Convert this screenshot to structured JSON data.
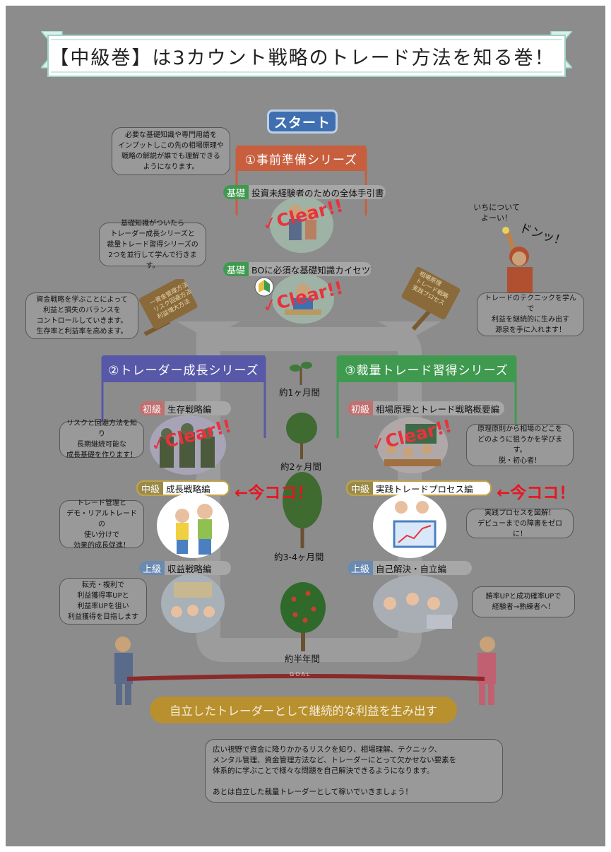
{
  "banner": {
    "title": "【中級巻】は3カウント戦略のトレード方法を知る巻！"
  },
  "start": {
    "label": "スタート"
  },
  "prep_series": {
    "title": "①事前準備シリーズ"
  },
  "growth_series": {
    "title": "②トレーダー成長シリーズ"
  },
  "discretion_series": {
    "title": "③裁量トレード習得シリーズ"
  },
  "levels": {
    "basic1": {
      "tag": "基礎",
      "text": "投資未経験者のための全体手引書"
    },
    "basic2": {
      "tag": "基礎",
      "text": "BOに必須な基礎知識カイセツ書"
    },
    "growth_beginner": {
      "tag": "初級",
      "text": "生存戦略編"
    },
    "growth_intermediate": {
      "tag": "中級",
      "text": "成長戦略編"
    },
    "growth_advanced": {
      "tag": "上級",
      "text": "収益戦略編"
    },
    "disc_beginner": {
      "tag": "初級",
      "text": "相場原理とトレード戦略概要編"
    },
    "disc_intermediate": {
      "tag": "中級",
      "text": "実践トレードプロセス編"
    },
    "disc_advanced": {
      "tag": "上級",
      "text": "自己解決・自立編"
    }
  },
  "clear_label": "✓Clear!!",
  "now_here": "←今ココ！",
  "bubbles": {
    "intro": "必要な基礎知識や専門用語を\nインプットしこの先の相場原理や\n戦略の解説が誰でも理解できる\nようになります。",
    "basics_done": "基礎知識がついたら\nトレーダー成長シリーズと\n裁量トレード習得シリーズの\n2つを並行して学んで行きます。",
    "money_mgmt": "資金戦略を学ぶことによって\n利益と損失のバランスを\nコントロールしていきます。\n生存率と利益率を高めます。",
    "technique": "トレードのテクニックを学んで\n利益を継続的に生み出す\n源泉を手に入れます！",
    "risk": "リスクと回避方法を知り\n長期継続可能な\n成長基礎を作ります！",
    "principle": "原理原則から相場のどこを\nどのように狙うかを学びます。\n脱・初心者！",
    "trade_mgmt": "トレード管理と\nデモ・リアルトレードの\n使い分けで\n効果的成長促進！",
    "process": "実践プロセスを図解！\nデビューまでの障害をゼロに！",
    "resale": "転売・複利で\n利益獲得率UPと\n利益率UPを狙い\n利益獲得を目指します",
    "win_rate": "勝率UPと成功確率UPで\n経験者→熟練者へ！",
    "final": "広い視野で資金に降りかかるリスクを知り、相場理解、テクニック、\nメンタル管理、資金管理方法など、トレーダーにとって欠かせない要素を\n体系的に学ぶことで様々な問題を自己解決できるようになります。\n\nあとは自立した裁量トレーダーとして稼いでいきましょう！"
  },
  "signs": {
    "left": "一資金管理方法\nリスク回避方法\n利益増大方法",
    "right": "相場原理\nトレード戦略\n実践プロセス"
  },
  "character": {
    "line1": "いちについて\nよーい！",
    "line2": "ドンッ！"
  },
  "periods": [
    "約1ヶ月間",
    "約2ヶ月間",
    "約3-4ヶ月間",
    "約半年間"
  ],
  "goal": {
    "tape": "GOAL",
    "result": "自立したトレーダーとして継続的な利益を生み出す"
  },
  "colors": {
    "background": "#8c8c8c",
    "prep": "#c75f3f",
    "growth": "#5858a8",
    "discretion": "#3f9a4f",
    "goal": "#b8902e",
    "clear": "#e8323c",
    "now_here": "#e8141e",
    "accent_intermediate": "#9a8a4a"
  },
  "icons": [
    "start-badge",
    "tree-icon",
    "sign-board",
    "check-icon",
    "goal-tape",
    "people-illustration"
  ]
}
